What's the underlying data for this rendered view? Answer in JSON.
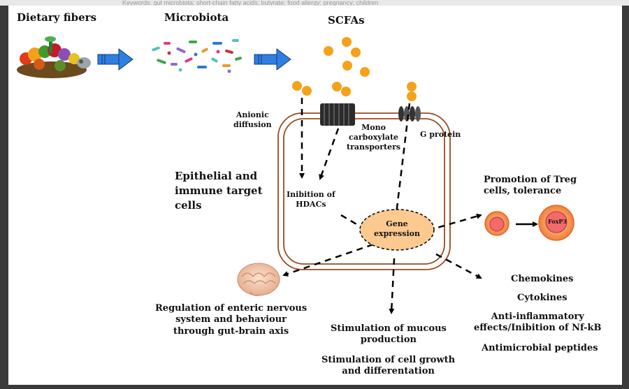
{
  "header_strip": "Keywords: gut microbiota; short-chain fatty acids; butyrate; food allergy; pregnancy; children",
  "top": {
    "dietary_fibers": "Dietary fibers",
    "microbiota": "Microbiota",
    "scfas": "SCFAs"
  },
  "pathways": {
    "anionic": "Anionic\ndiffusion",
    "mct": "Mono\ncarboxylate\ntransporters",
    "gprotein": "G protein"
  },
  "cell": {
    "title": "Epithelial and\nimmune target\ncells",
    "hdac": "Inibition of\nHDACs",
    "gene": "Gene\nexpression",
    "foxp3": "FoxP3"
  },
  "effects": {
    "treg": "Promotion of Treg\ncells, tolerance",
    "chemokines": "Chemokines",
    "cytokines": "Cytokines",
    "antiinflam": "Anti-inflammatory\neffects/Inibition of Nf-kB",
    "antimicrobial": "Antimicrobial peptides",
    "enteric": "Regulation of enteric nervous\nsystem and behaviour\nthrough gut-brain axis",
    "mucous": "Stimulation of mucous\nproduction",
    "growth": "Stimulation of cell growth\nand differentation"
  },
  "colors": {
    "scfa_dot": "#f5a21b",
    "cell_membrane": "#9b4a1e",
    "gene_fill": "#fcc98f",
    "arrow_blue": "#2f7fe0",
    "treg_outer": "#f58a3a"
  }
}
